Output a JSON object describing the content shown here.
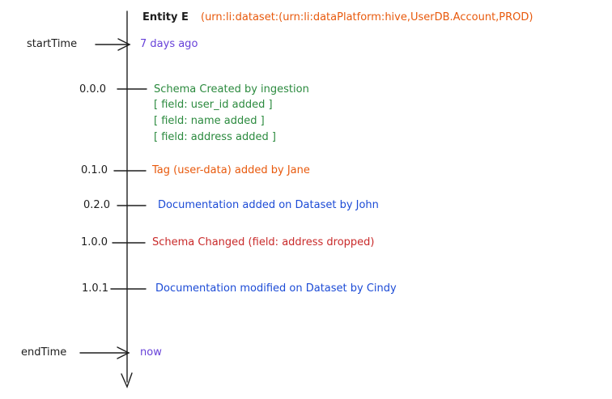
{
  "entity": {
    "label": "Entity E",
    "urn": "(urn:li:dataset:(urn:li:dataPlatform:hive,UserDB.Account,PROD)",
    "urn_color": "#e8590c"
  },
  "start": {
    "label": "startTime",
    "value": "7 days ago",
    "color": "#6741d9"
  },
  "end": {
    "label": "endTime",
    "value": "now",
    "color": "#6741d9"
  },
  "events": [
    {
      "version": "0.0.0",
      "lines": [
        "Schema Created by ingestion",
        "[ field: user_id added ]",
        "[ field: name added ]",
        "[ field: address added ]"
      ],
      "color": "#2b8a3e"
    },
    {
      "version": "0.1.0",
      "lines": [
        "Tag (user-data) added by Jane"
      ],
      "color": "#e8590c"
    },
    {
      "version": "0.2.0",
      "lines": [
        "Documentation added on Dataset by John"
      ],
      "color": "#1c4bd6"
    },
    {
      "version": "1.0.0",
      "lines": [
        "Schema Changed (field: address dropped)"
      ],
      "color": "#c92a2a"
    },
    {
      "version": "1.0.1",
      "lines": [
        "Documentation modified on Dataset by Cindy"
      ],
      "color": "#1c4bd6"
    }
  ]
}
